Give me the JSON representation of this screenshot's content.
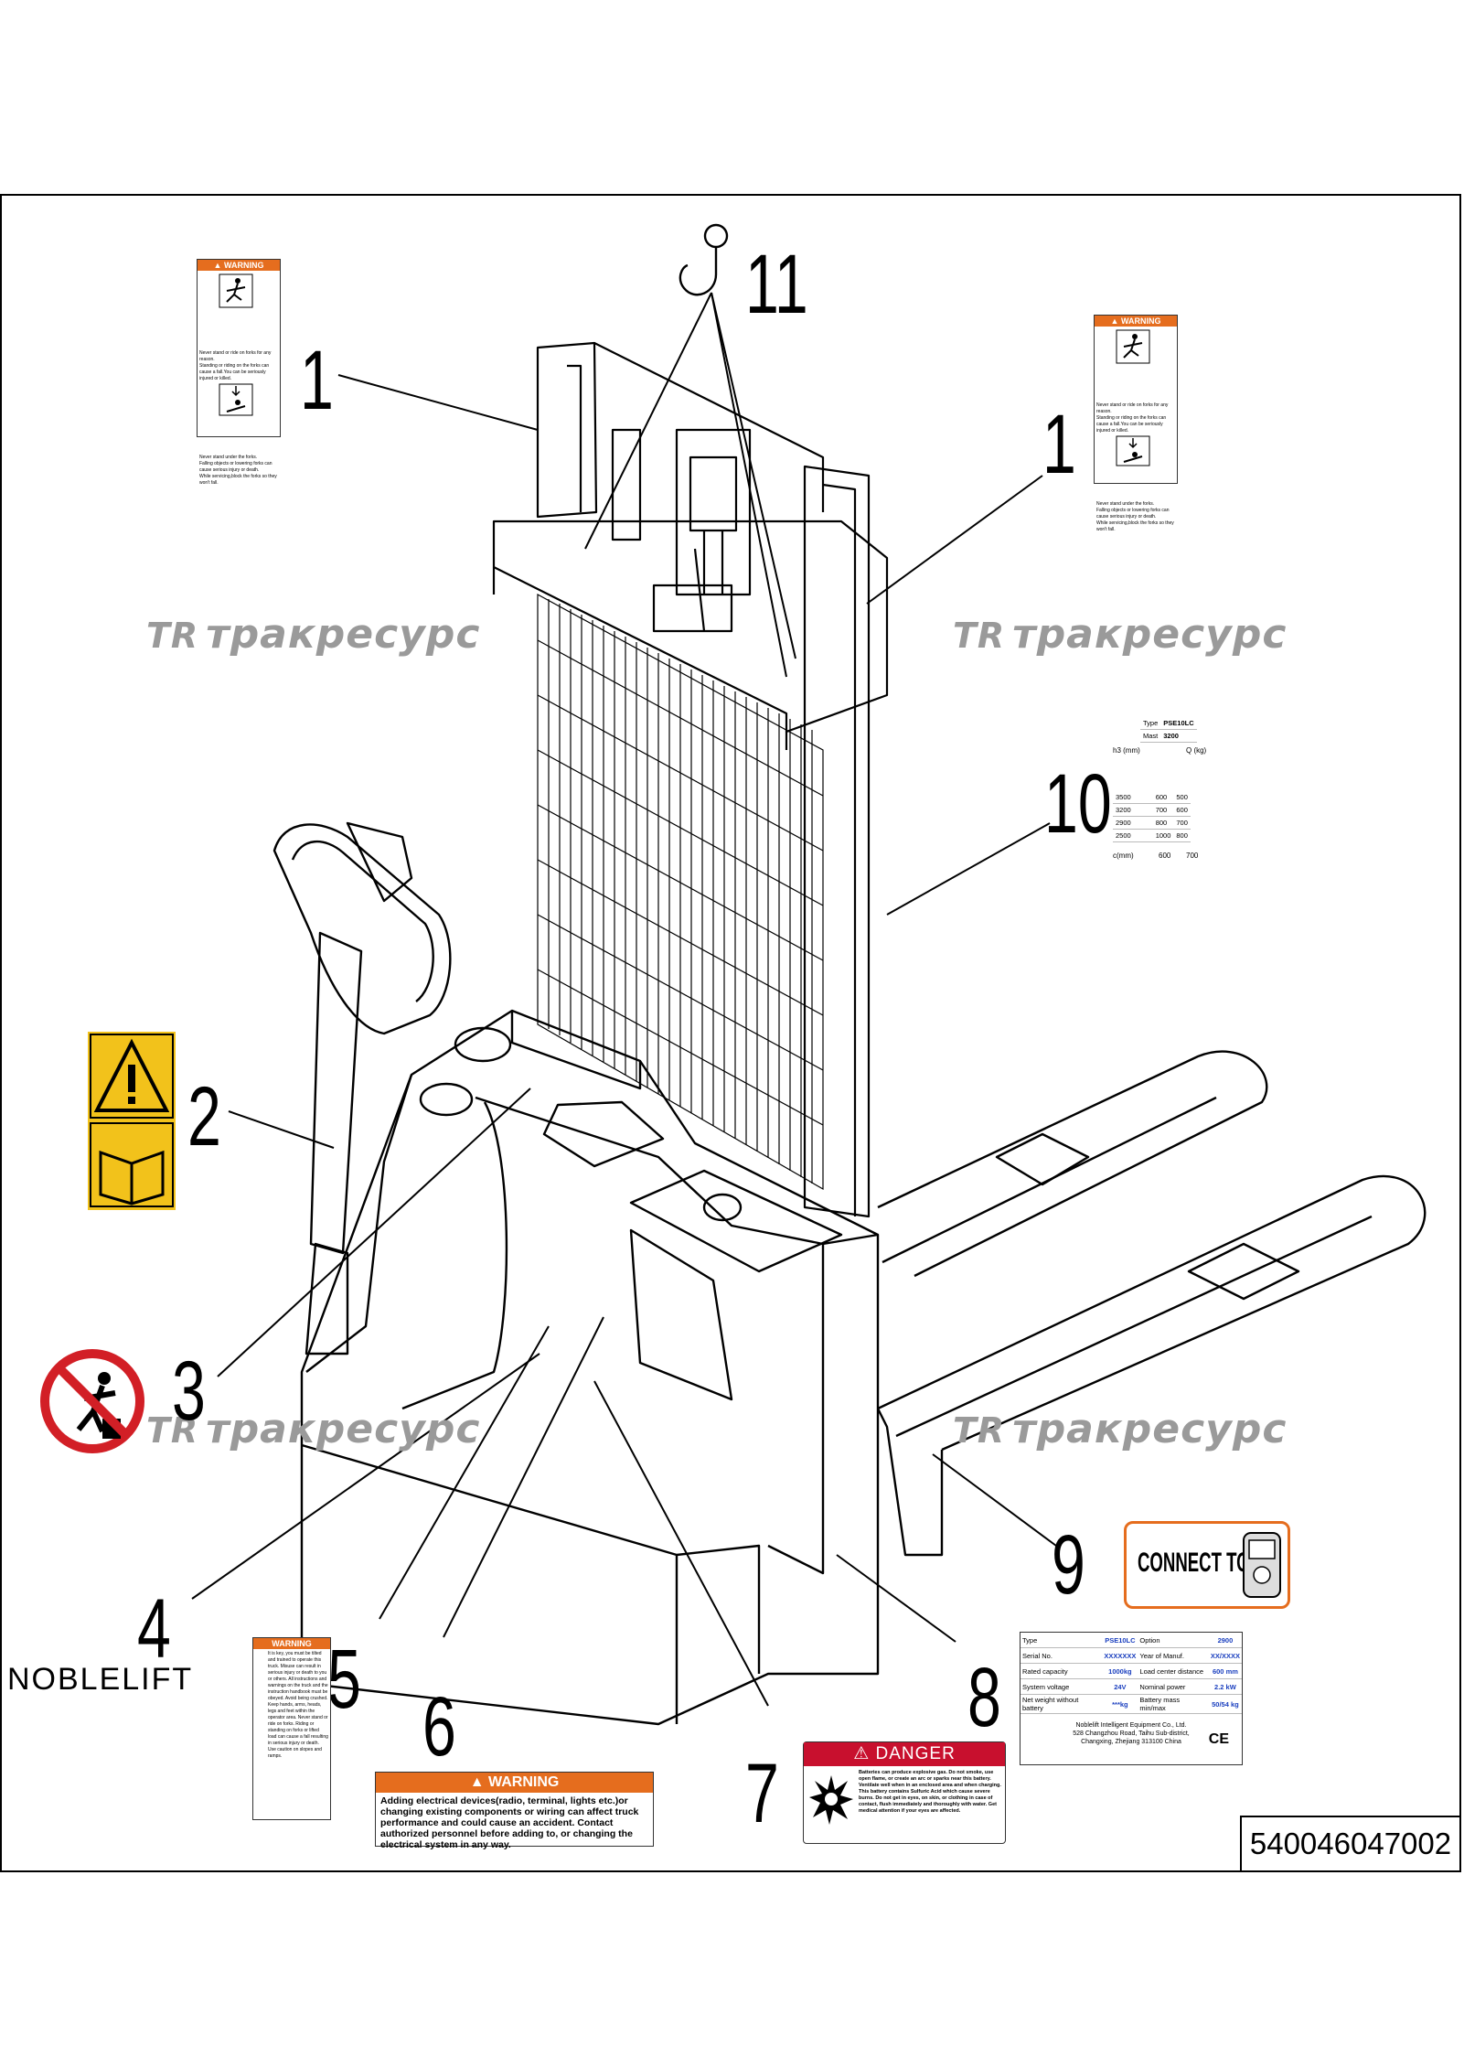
{
  "document": {
    "number": "540046047002"
  },
  "callouts": [
    "1",
    "1",
    "2",
    "3",
    "4",
    "5",
    "6",
    "7",
    "8",
    "9",
    "10",
    "11"
  ],
  "watermark": {
    "logo": "TR",
    "text": "тракресурс"
  },
  "brand": {
    "name": "NOBLELIFT"
  },
  "connect_label": {
    "text": "CONNECT TO"
  },
  "warning_small": {
    "header": "▲ WARNING",
    "text_1": "Never stand or ride on forks for any reason.",
    "text_2": "Standing or riding on the forks can cause a fall.You can be seriously injured or killed.",
    "text_3": "Never stand under the forks.",
    "text_4": "Falling objects or lowering forks can cause serious injury or death.",
    "text_5": "While servicing,block the forks so they won't fall."
  },
  "warning_5": {
    "header": "WARNING",
    "text": "It is key, you must be tilted and trained to operate this truck. Misuse can result in serious injury or death to you or others. All instructions and warnings on the truck and the instruction handbook must be obeyed. Avoid being crushed. Keep hands, arms, heads, legs and feet within the operator area. Never stand or ride on forks. Riding or standing on forks or lifted load can cause a fall resulting in serious injury or death. Use caution on slopes and ramps."
  },
  "warning_6": {
    "header": "WARNING",
    "text": "Adding electrical devices(radio, terminal, lights etc.)or changing existing components or wiring can affect truck performance and could cause an accident. Contact authorized personnel before adding to, or changing the electrical system in any way."
  },
  "danger_7": {
    "header": "DANGER",
    "text": "Batteries can produce explosive gas. Do not smoke, use open flame, or create an arc or sparks near this battery. Ventilate well when in an enclosed area and when charging. This battery contains Sulfuric Acid which cause severe burns. Do not get in eyes, on skin, or clothing in case of contact, flush immediately and thoroughly with water. Get medical attention if your eyes are affected."
  },
  "nameplate": {
    "rows": [
      [
        "Type",
        "PSE10LC",
        "Option",
        "2900"
      ],
      [
        "Serial No.",
        "XXXXXXX",
        "Year of Manuf.",
        "XX/XXXX"
      ],
      [
        "Rated capacity",
        "1000kg",
        "Load center distance",
        "600 mm"
      ],
      [
        "System voltage",
        "24V",
        "Nominal power",
        "2.2 kW"
      ],
      [
        "Net weight without battery",
        "***kg",
        "Battery mass min/max",
        "50/54 kg"
      ]
    ],
    "manufacturer": "Noblelift Intelligent Equipment Co., Ltd.",
    "address_1": "528 Changzhou Road, Taihu Sub-district,",
    "address_2": "Changxing, Zhejiang 313100 China",
    "mark": "CE"
  },
  "capacity_chart": {
    "type_label": "Type",
    "type_value": "PSE10LC",
    "mast_label": "Mast",
    "mast_value": "3200",
    "h_label": "h3 (mm)",
    "q_label": "Q (kg)",
    "rows": [
      [
        "3500",
        "600",
        "500"
      ],
      [
        "3200",
        "700",
        "600"
      ],
      [
        "2900",
        "800",
        "700"
      ],
      [
        "2500",
        "1000",
        "800"
      ]
    ],
    "c_label": "c(mm)",
    "c_values": [
      "600",
      "700"
    ]
  }
}
